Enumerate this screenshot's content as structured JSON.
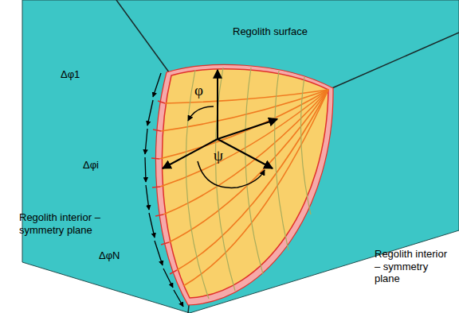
{
  "diagram": {
    "labels": [
      "Regolith surface",
      "φ",
      "ψ",
      "Δφ1",
      "Δφi",
      "ΔφN",
      "Regolith interior – symmetry plane",
      "Regolith interior – symmetry plane"
    ]
  }
}
